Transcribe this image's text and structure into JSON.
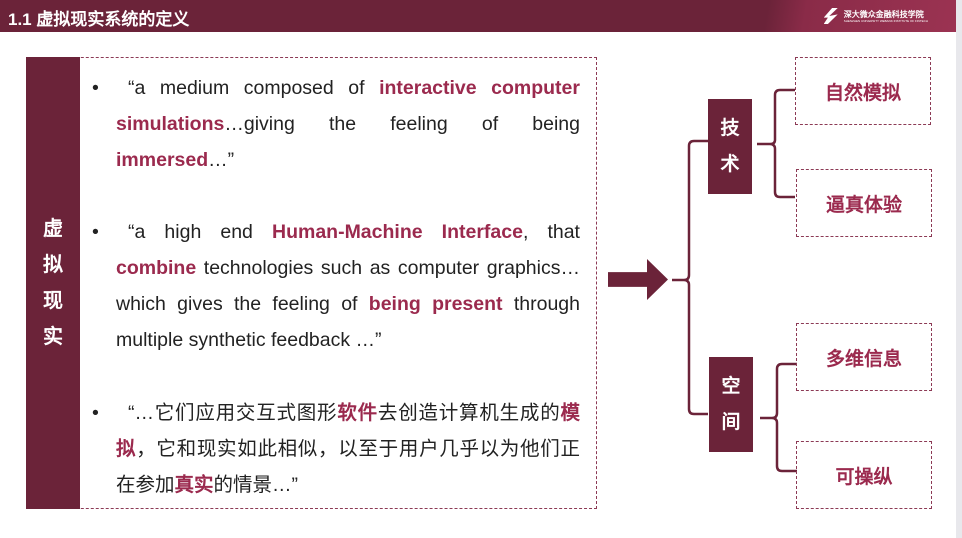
{
  "header": {
    "title": "1.1 虚拟现实系统的定义",
    "logo_cn": "深大微众金融科技学院",
    "logo_en": "SHENZHEN UNIVERSITY WEBANK INSTITUTE OF FINTECH"
  },
  "side_label": [
    "虚",
    "拟",
    "现",
    "实"
  ],
  "bullets": [
    {
      "dot": "•",
      "parts": [
        {
          "t": "“a medium composed of ",
          "h": false
        },
        {
          "t": "interactive computer simulations",
          "h": true
        },
        {
          "t": "…giving the feeling of being ",
          "h": false
        },
        {
          "t": "immersed",
          "h": true
        },
        {
          "t": "…”",
          "h": false
        }
      ]
    },
    {
      "dot": "•",
      "parts": [
        {
          "t": "“a high end ",
          "h": false
        },
        {
          "t": "Human-Machine Interface",
          "h": true
        },
        {
          "t": ", that ",
          "h": false
        },
        {
          "t": "combine",
          "h": true
        },
        {
          "t": " technologies such as computer graphics… which gives the feeling of ",
          "h": false
        },
        {
          "t": "being present",
          "h": true
        },
        {
          "t": " through multiple synthetic feedback …”",
          "h": false
        }
      ]
    },
    {
      "dot": "•",
      "parts": [
        {
          "t": "“…它们应用交互式图形",
          "h": false
        },
        {
          "t": "软件",
          "h": true
        },
        {
          "t": "去创造计算机生成的",
          "h": false
        },
        {
          "t": "模拟",
          "h": true
        },
        {
          "t": "，它和现实如此相似，以至于用户几乎以为他们正在参加",
          "h": false
        },
        {
          "t": "真实",
          "h": true
        },
        {
          "t": "的情景…”",
          "h": false
        }
      ]
    }
  ],
  "categories": [
    {
      "label": [
        "技",
        "术"
      ],
      "items": [
        "自然模拟",
        "逼真体验"
      ]
    },
    {
      "label": [
        "空",
        "间"
      ],
      "items": [
        "多维信息",
        "可操纵"
      ]
    }
  ],
  "colors": {
    "primary": "#6b2339",
    "accent": "#9b2a4e"
  }
}
